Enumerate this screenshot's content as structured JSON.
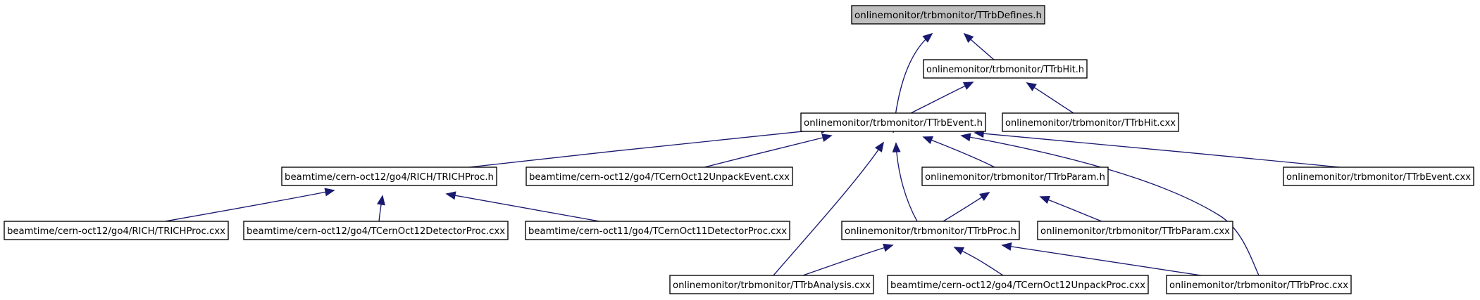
{
  "graph": {
    "nodes": [
      {
        "id": "TTrbDefines.h",
        "label": "onlinemonitor/trbmonitor/TTrbDefines.h",
        "root": true
      },
      {
        "id": "TTrbHit.h",
        "label": "onlinemonitor/trbmonitor/TTrbHit.h"
      },
      {
        "id": "TTrbEvent.h",
        "label": "onlinemonitor/trbmonitor/TTrbEvent.h"
      },
      {
        "id": "TTrbHit.cxx",
        "label": "onlinemonitor/trbmonitor/TTrbHit.cxx"
      },
      {
        "id": "TRICHProc.h",
        "label": "beamtime/cern-oct12/go4/RICH/TRICHProc.h"
      },
      {
        "id": "TCernOct12UnpackEvent.cxx",
        "label": "beamtime/cern-oct12/go4/TCernOct12UnpackEvent.cxx"
      },
      {
        "id": "TTrbParam.h",
        "label": "onlinemonitor/trbmonitor/TTrbParam.h"
      },
      {
        "id": "TTrbEvent.cxx",
        "label": "onlinemonitor/trbmonitor/TTrbEvent.cxx"
      },
      {
        "id": "TRICHProc.cxx",
        "label": "beamtime/cern-oct12/go4/RICH/TRICHProc.cxx"
      },
      {
        "id": "TCernOct12DetectorProc.cxx",
        "label": "beamtime/cern-oct12/go4/TCernOct12DetectorProc.cxx"
      },
      {
        "id": "TCernOct11DetectorProc.cxx",
        "label": "beamtime/cern-oct11/go4/TCernOct11DetectorProc.cxx"
      },
      {
        "id": "TTrbProc.h",
        "label": "onlinemonitor/trbmonitor/TTrbProc.h"
      },
      {
        "id": "TTrbParam.cxx",
        "label": "onlinemonitor/trbmonitor/TTrbParam.cxx"
      },
      {
        "id": "TTrbAnalysis.cxx",
        "label": "onlinemonitor/trbmonitor/TTrbAnalysis.cxx"
      },
      {
        "id": "TCernOct12UnpackProc.cxx",
        "label": "beamtime/cern-oct12/go4/TCernOct12UnpackProc.cxx"
      },
      {
        "id": "TTrbProc.cxx",
        "label": "onlinemonitor/trbmonitor/TTrbProc.cxx"
      }
    ],
    "edges": [
      {
        "from": "TTrbEvent.h",
        "to": "TTrbDefines.h"
      },
      {
        "from": "TTrbHit.h",
        "to": "TTrbDefines.h"
      },
      {
        "from": "TTrbEvent.h",
        "to": "TTrbHit.h"
      },
      {
        "from": "TTrbHit.cxx",
        "to": "TTrbHit.h"
      },
      {
        "from": "TRICHProc.h",
        "to": "TTrbEvent.h"
      },
      {
        "from": "TCernOct12UnpackEvent.cxx",
        "to": "TTrbEvent.h"
      },
      {
        "from": "TTrbAnalysis.cxx",
        "to": "TTrbEvent.h"
      },
      {
        "from": "TTrbProc.h",
        "to": "TTrbEvent.h"
      },
      {
        "from": "TTrbParam.h",
        "to": "TTrbEvent.h"
      },
      {
        "from": "TTrbProc.cxx",
        "to": "TTrbEvent.h"
      },
      {
        "from": "TTrbEvent.cxx",
        "to": "TTrbEvent.h"
      },
      {
        "from": "TRICHProc.cxx",
        "to": "TRICHProc.h"
      },
      {
        "from": "TCernOct12DetectorProc.cxx",
        "to": "TRICHProc.h"
      },
      {
        "from": "TCernOct11DetectorProc.cxx",
        "to": "TRICHProc.h"
      },
      {
        "from": "TTrbProc.h",
        "to": "TTrbParam.h"
      },
      {
        "from": "TTrbParam.cxx",
        "to": "TTrbParam.h"
      },
      {
        "from": "TTrbAnalysis.cxx",
        "to": "TTrbProc.h"
      },
      {
        "from": "TCernOct12UnpackProc.cxx",
        "to": "TTrbProc.h"
      },
      {
        "from": "TTrbProc.cxx",
        "to": "TTrbProc.h"
      }
    ]
  }
}
